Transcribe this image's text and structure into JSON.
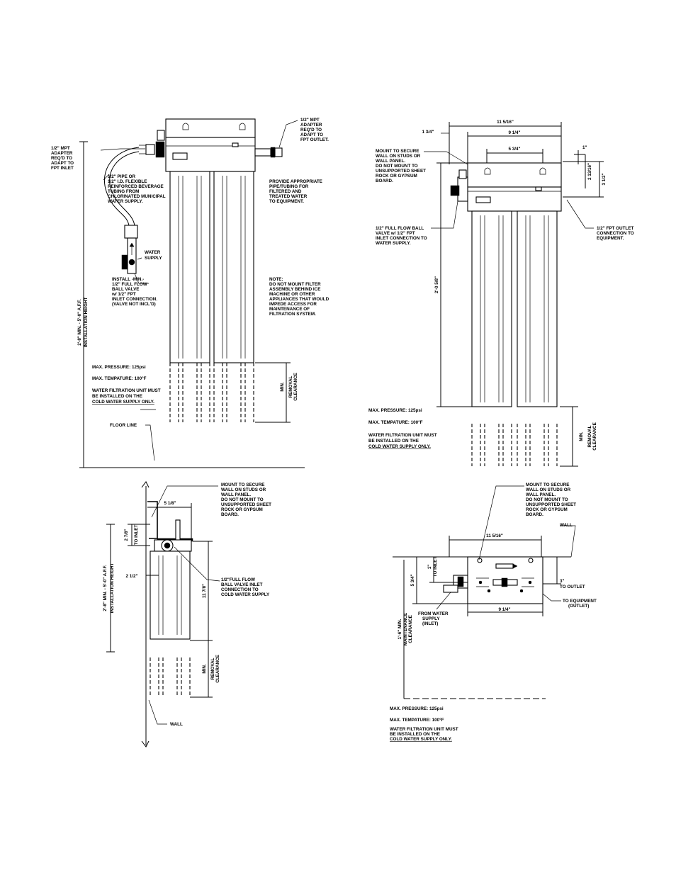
{
  "front_view": {
    "adapter_inlet": [
      "1/2\" MPT",
      "ADAPTER",
      "REQ'D TO",
      "ADAPT TO",
      "FPT INLET"
    ],
    "adapter_outlet": [
      "1/2\" MPT",
      "ADAPTER",
      "REQ'D TO",
      "ADAPT TO",
      "FPT OUTLET."
    ],
    "pipe_note": [
      "1/2\"  PIPE OR",
      "1/2\" I.D. FLEXIBLE",
      "REINFORCED BEVERAGE",
      "TUBING FROM",
      "CHLORINATED MUNICIPAL",
      "WATER SUPPLY."
    ],
    "water_supply": [
      "WATER",
      "SUPPLY"
    ],
    "valve_note": [
      "INSTALL -MIN.-",
      "1/2\" FULL FLOW",
      "BALL VALVE",
      "w/ 1/2\" FPT",
      "INLET CONNECTION.",
      "(VALVE NOT INCL'D)"
    ],
    "provide_note": [
      "PROVIDE APPROPRIATE",
      "PIPE/TUBING FOR",
      "FILTERED AND",
      "TREATED WATER",
      "TO EQUIPMENT."
    ],
    "note": [
      "NOTE:",
      "DO NOT MOUNT FILTER",
      "ASSEMBLY BEHIND ICE",
      "MACHINE OR OTHER",
      "APPLIANCES THAT WOULD",
      "IMPEDE ACCESS FOR",
      "MAINTENANCE OF",
      "FILTRATION SYSTEM."
    ],
    "install_height": "2'-8\" MIN. - 5'-0\" A.F.F.",
    "install_height_2": "INSTALLATION HEIGHT",
    "max_pressure": "MAX. PRESSURE: 125psi",
    "max_temp": "MAX. TEMPATURE: 100°F",
    "cold_water": [
      "WATER FILTRATION UNIT MUST",
      "BE INSTALLED ON THE",
      "COLD WATER SUPPLY ONLY."
    ],
    "min": "MIN.",
    "removal": "REMOVAL",
    "clearance": "CLEARANCE",
    "floor_line": "FLOOR LINE"
  },
  "right_view": {
    "dim_width": "11 5/16\"",
    "dim_offset": "1 3/4\"",
    "dim_mid": "9 1/4\"",
    "dim_holes": "5 3/4\"",
    "dim_1": "1\"",
    "dim_2_13": "2 13/16\"",
    "dim_3_5": "3 1/2\"",
    "mount_note": [
      "MOUNT TO SECURE",
      "WALL ON STUDS OR",
      "WALL PANEL.",
      "DO NOT MOUNT TO",
      "UNSUPPORTED SHEET",
      "ROCK OR GYPSUM",
      "BOARD."
    ],
    "ball_valve_note": [
      "1/2\" FULL FLOW BALL",
      "VALVE w/ 1/2\" FPT",
      "INLET CONNECTION TO",
      "WATER SUPPLY."
    ],
    "outlet_note": [
      "1/2\" FPT OUTLET",
      "CONNECTION TO",
      "EQUIPMENT."
    ],
    "dim_height": "2'-0 5/8\"",
    "max_pressure": "MAX. PRESSURE: 125psi",
    "max_temp": "MAX. TEMPATURE: 100°F",
    "cold_water": [
      "WATER FILTRATION UNIT MUST",
      "BE INSTALLED ON THE",
      "COLD WATER SUPPLY ONLY."
    ],
    "min": "MIN.",
    "removal": "REMOVAL",
    "clearance": "CLEARANCE"
  },
  "side_view": {
    "mount_note": [
      "MOUNT TO SECURE",
      "WALL ON STUDS OR",
      "WALL PANEL.",
      "DO NOT MOUNT TO",
      "UNSUPPORTED SHEET",
      "ROCK OR GYPSUM",
      "BOARD."
    ],
    "dim_depth": "5 1/8\"",
    "dim_inlet": "2 7/8\"",
    "to_inlet": "TO INLET",
    "dim_2_5": "2 1/2\"",
    "dim_height": "11 7/8\"",
    "inlet_note": [
      "1/2\"FULL FLOW",
      "BALL VALVE INLET",
      "CONNECTION TO",
      "COLD WATER SUPPLY"
    ],
    "install_height": "2'-8\" MIN. - 5'-0\" A.F.F.",
    "install_height_2": "INSTALLATION HEIGHT",
    "min": "MIN.",
    "removal": "REMOVAL",
    "clearance": "CLEARANCE",
    "wall": "WALL"
  },
  "top_view": {
    "mount_note": [
      "MOUNT TO SECURE",
      "WALL ON STUDS OR",
      "WALL PANEL.",
      "DO NOT MOUNT TO",
      "UNSUPPORTED SHEET",
      "ROCK OR GYPSUM",
      "BOARD."
    ],
    "wall": "WALL",
    "dim_width": "11 5/16\"",
    "dim_1": "1\"",
    "to_inlet": "TO INLET",
    "dim_5_3": "5 3/4\"",
    "dim_3": "3\"",
    "to_outlet": "TO OUTLET",
    "to_equipment": [
      "TO EQUIPMENT",
      "(OUTLET)"
    ],
    "from_water": [
      "FROM WATER",
      "SUPPLY",
      "(INLET)"
    ],
    "dim_9_1": "9 1/4\"",
    "maint_1": "1'-6\" MIN.",
    "maint_2": "MAINTENANCE",
    "maint_3": "CLEARANCE",
    "max_pressure": "MAX. PRESSURE: 125psi",
    "max_temp": "MAX. TEMPATURE: 100°F",
    "cold_water": [
      "WATER FILTRATION UNIT MUST",
      "BE INSTALLED ON THE",
      "COLD WATER SUPPLY ONLY."
    ]
  }
}
